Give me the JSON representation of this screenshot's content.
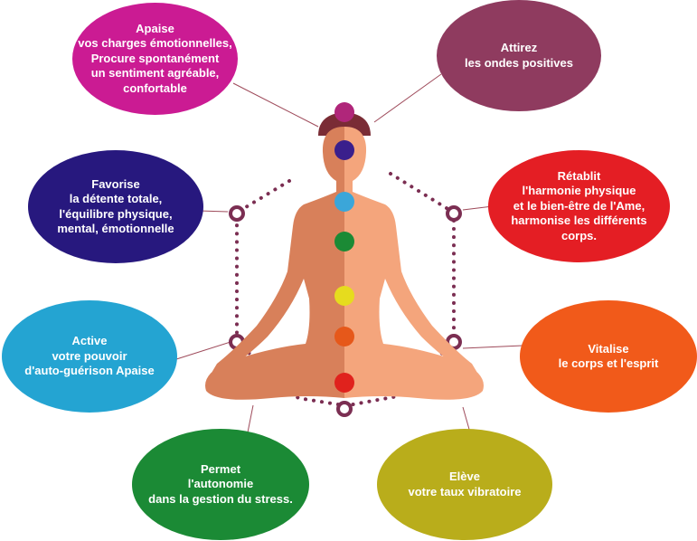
{
  "colors": {
    "skin_left": "#D8805A",
    "skin_right": "#F4A57C",
    "hair": "#7A2C35",
    "connector_line": "#9E4A5A",
    "dotted_path": "#7B2E52"
  },
  "chakras": [
    {
      "name": "crown",
      "color": "#B0267A"
    },
    {
      "name": "third-eye",
      "color": "#3A1F8C"
    },
    {
      "name": "throat",
      "color": "#3BA6D9"
    },
    {
      "name": "heart",
      "color": "#1B8A35"
    },
    {
      "name": "solar-plexus",
      "color": "#E6DC1E"
    },
    {
      "name": "sacral",
      "color": "#E6581A"
    },
    {
      "name": "root",
      "color": "#E0221D"
    }
  ],
  "bubbles": [
    {
      "id": "apaise",
      "color": "#CB1B93",
      "lines": [
        "Apaise",
        "vos charges émotionnelles,",
        "Procure spontanément",
        "un sentiment agréable,",
        "confortable"
      ]
    },
    {
      "id": "attirez",
      "color": "#8F3B5F",
      "lines": [
        "Attirez",
        "les ondes positives"
      ]
    },
    {
      "id": "favorise",
      "color": "#27187E",
      "lines": [
        "Favorise",
        "la détente totale,",
        "l'équilibre physique,",
        "mental, émotionnelle"
      ]
    },
    {
      "id": "retablit",
      "color": "#E41E24",
      "lines": [
        "Rétablit",
        "l'harmonie physique",
        "et le bien-être de l'Ame,",
        "harmonise les différents",
        "corps."
      ]
    },
    {
      "id": "active",
      "color": "#24A4D2",
      "lines": [
        "Active",
        "votre pouvoir",
        "d'auto-guérison Apaise"
      ]
    },
    {
      "id": "vitalise",
      "color": "#F15A1A",
      "lines": [
        "Vitalise",
        "le corps et l'esprit"
      ]
    },
    {
      "id": "permet",
      "color": "#1B8A35",
      "lines": [
        "Permet",
        "l'autonomie",
        "dans la gestion du stress."
      ]
    },
    {
      "id": "eleve",
      "color": "#B9AD1B",
      "lines": [
        "Elève",
        "votre taux vibratoire"
      ]
    }
  ]
}
